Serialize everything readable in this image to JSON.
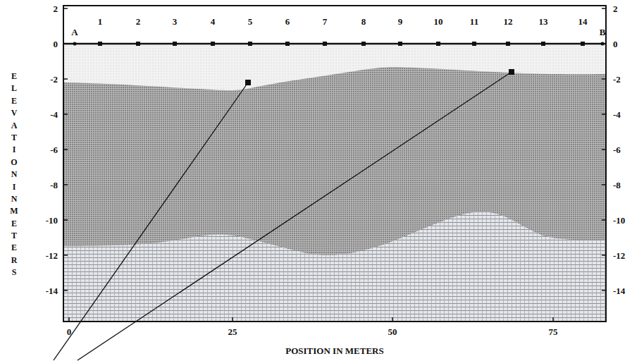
{
  "diagram": {
    "labels": [
      "2",
      "0",
      "-2",
      "-4",
      "-6",
      "-8",
      "-10",
      "-12",
      "-14",
      "2",
      "0",
      "-2",
      "-4",
      "-6",
      "-8",
      "-10",
      "-12",
      "-14",
      "A",
      "1",
      "2",
      "3",
      "4",
      "5",
      "6",
      "7",
      "8",
      "9",
      "10",
      "11",
      "12",
      "13",
      "14",
      "B",
      "0",
      "25",
      "50",
      "75",
      "ELEVATION IN METERS",
      "POSITION IN METERS"
    ]
  }
}
